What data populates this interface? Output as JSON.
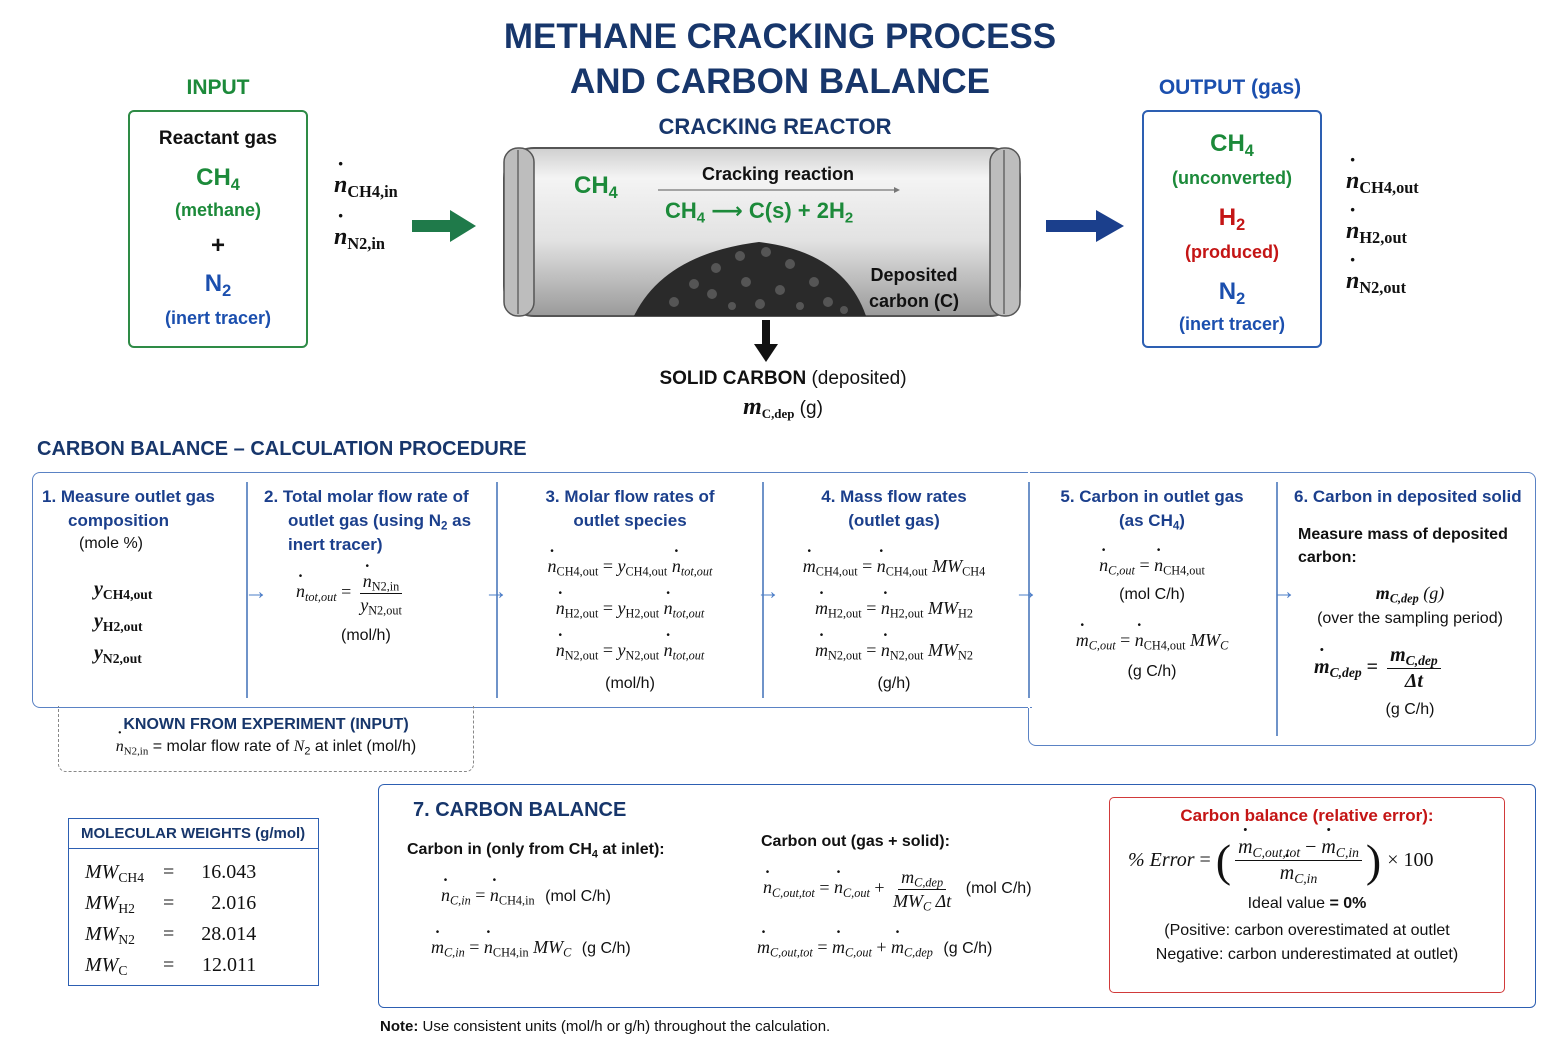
{
  "title": {
    "line1": "METHANE CRACKING PROCESS",
    "line2": "AND CARBON BALANCE"
  },
  "input": {
    "heading": "INPUT",
    "reactant_label": "Reactant gas",
    "ch4": "CH",
    "ch4_sub": "4",
    "ch4_name": "(methane)",
    "plus": "+",
    "n2": "N",
    "n2_sub": "2",
    "n2_name": "(inert tracer)",
    "flow1": "ṅ",
    "flow1_sub": "CH4,in",
    "flow2": "ṅ",
    "flow2_sub": "N2,in"
  },
  "reactor": {
    "heading": "CRACKING REACTOR",
    "ch4": "CH",
    "ch4_sub": "4",
    "reaction_label": "Cracking reaction",
    "reaction_lhs": "CH",
    "reaction_lhs_sub": "4",
    "reaction_rhs": "⟶ C(s) + 2H",
    "reaction_rhs_sub": "2",
    "deposit_line1": "Deposited",
    "deposit_line2": "carbon (C)",
    "solid_label": "SOLID CARBON",
    "solid_suffix": "(deposited)",
    "solid_mass": "m",
    "solid_mass_sub": "C,dep",
    "solid_mass_unit": "(g)"
  },
  "output": {
    "heading": "OUTPUT (gas)",
    "ch4": "CH",
    "ch4_sub": "4",
    "ch4_note": "(unconverted)",
    "h2": "H",
    "h2_sub": "2",
    "h2_note": "(produced)",
    "n2": "N",
    "n2_sub": "2",
    "n2_note": "(inert tracer)",
    "flow1_sub": "CH4,out",
    "flow2_sub": "H2,out",
    "flow3_sub": "N2,out"
  },
  "procedure": {
    "heading": "CARBON BALANCE – CALCULATION PROCEDURE",
    "step1": {
      "title1": "1. Measure outlet gas",
      "title2": "composition",
      "note": "(mole %)",
      "y1_sub": "CH4,out",
      "y2_sub": "H2,out",
      "y3_sub": "N2,out"
    },
    "step2": {
      "title1": "2. Total molar flow rate of",
      "title2": "outlet gas (using N",
      "title2_sub": "2",
      "title2_end": " as",
      "title3": "inert tracer)",
      "lhs_sub": "tot,out",
      "num_sub": "N2,in",
      "den_sub": "N2,out",
      "unit": "(mol/h)"
    },
    "step3": {
      "title1": "3. Molar flow rates of",
      "title2": "outlet species",
      "unit": "(mol/h)"
    },
    "step4": {
      "title1": "4. Mass flow rates",
      "title2": "(outlet gas)",
      "unit": "(g/h)"
    },
    "step5": {
      "title1": "5. Carbon in outlet gas",
      "title2": "(as CH",
      "title2_sub": "4",
      "title2_end": ")",
      "unit1": "(mol C/h)",
      "unit2": "(g C/h)"
    },
    "step6": {
      "title": "6. Carbon in deposited solid",
      "text1": "Measure mass of deposited",
      "text2": "carbon:",
      "mass_unit": "(g)",
      "period": "(over the sampling period)",
      "unit": "(g C/h)"
    },
    "known": {
      "title": "KNOWN FROM EXPERIMENT (INPUT)",
      "text": "= molar flow rate of",
      "text_end": "at inlet (mol/h)"
    }
  },
  "mw": {
    "title": "MOLECULAR WEIGHTS (g/mol)",
    "rows": [
      {
        "sub": "CH4",
        "value": "16.043"
      },
      {
        "sub": "H2",
        "value": "2.016"
      },
      {
        "sub": "N2",
        "value": "28.014"
      },
      {
        "sub": "C",
        "value": "12.011"
      }
    ]
  },
  "balance": {
    "heading": "7.  CARBON BALANCE",
    "carbon_in_label": "Carbon in (only from CH",
    "carbon_in_label_sub": "4",
    "carbon_in_label_end": " at inlet):",
    "carbon_out_label": "Carbon out (gas + solid):",
    "unit_mol": "(mol C/h)",
    "unit_g": "(g C/h)",
    "error_title": "Carbon balance (relative error):",
    "error_lhs": "% Error",
    "error_times": "× 100",
    "ideal": "Ideal value",
    "ideal_value": "= 0%",
    "positive": "(Positive: carbon overestimated at outlet",
    "negative": "Negative: carbon underestimated at outlet)"
  },
  "note": {
    "label": "Note:",
    "text": "Use consistent units (mol/h or g/h) throughout the calculation."
  },
  "colors": {
    "navy": "#17366b",
    "green": "#1c8a3a",
    "blue": "#1b4fae",
    "red": "#c41515"
  }
}
